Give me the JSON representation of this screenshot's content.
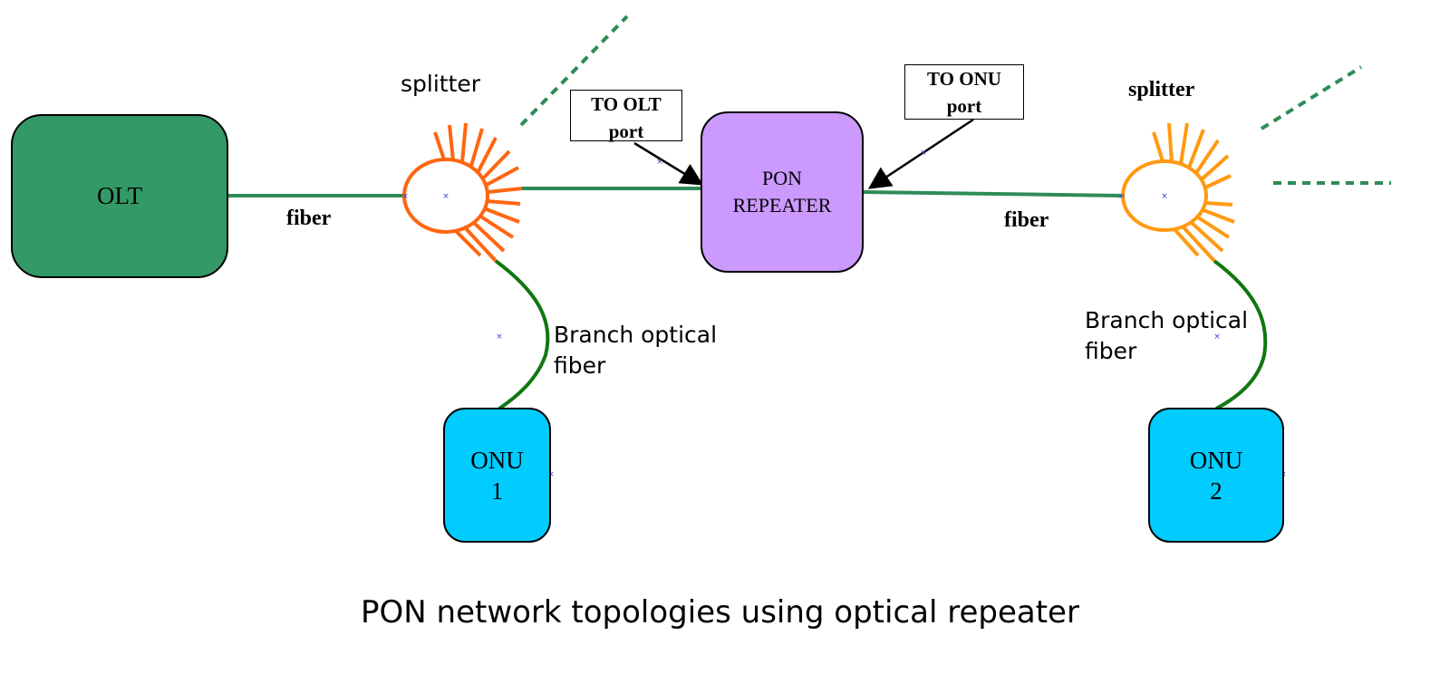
{
  "colors": {
    "olt_fill": "#339966",
    "repeater_fill": "#cc99ff",
    "onu_fill": "#00ccff",
    "trunk_fiber": "#2e8b57",
    "branch_fiber": "#117711",
    "splitter1": "#ff6611",
    "splitter2": "#ff9911",
    "dotted": "#2e8b57"
  },
  "nodes": {
    "olt": "OLT",
    "repeater": [
      "PON",
      "REPEATER"
    ],
    "onu1": [
      "ONU",
      "1"
    ],
    "onu2": [
      "ONU",
      "2"
    ]
  },
  "callouts": {
    "to_olt": [
      "TO OLT",
      "port"
    ],
    "to_onu": [
      "TO ONU",
      "port"
    ]
  },
  "labels": {
    "splitter_left": "splitter",
    "splitter_right": "splitter",
    "fiber_left": "fiber",
    "fiber_right": "fiber",
    "branch_left": [
      "Branch optical",
      "fiber"
    ],
    "branch_right": [
      "Branch optical",
      "fiber"
    ]
  },
  "caption": "PON network topologies using optical repeater"
}
